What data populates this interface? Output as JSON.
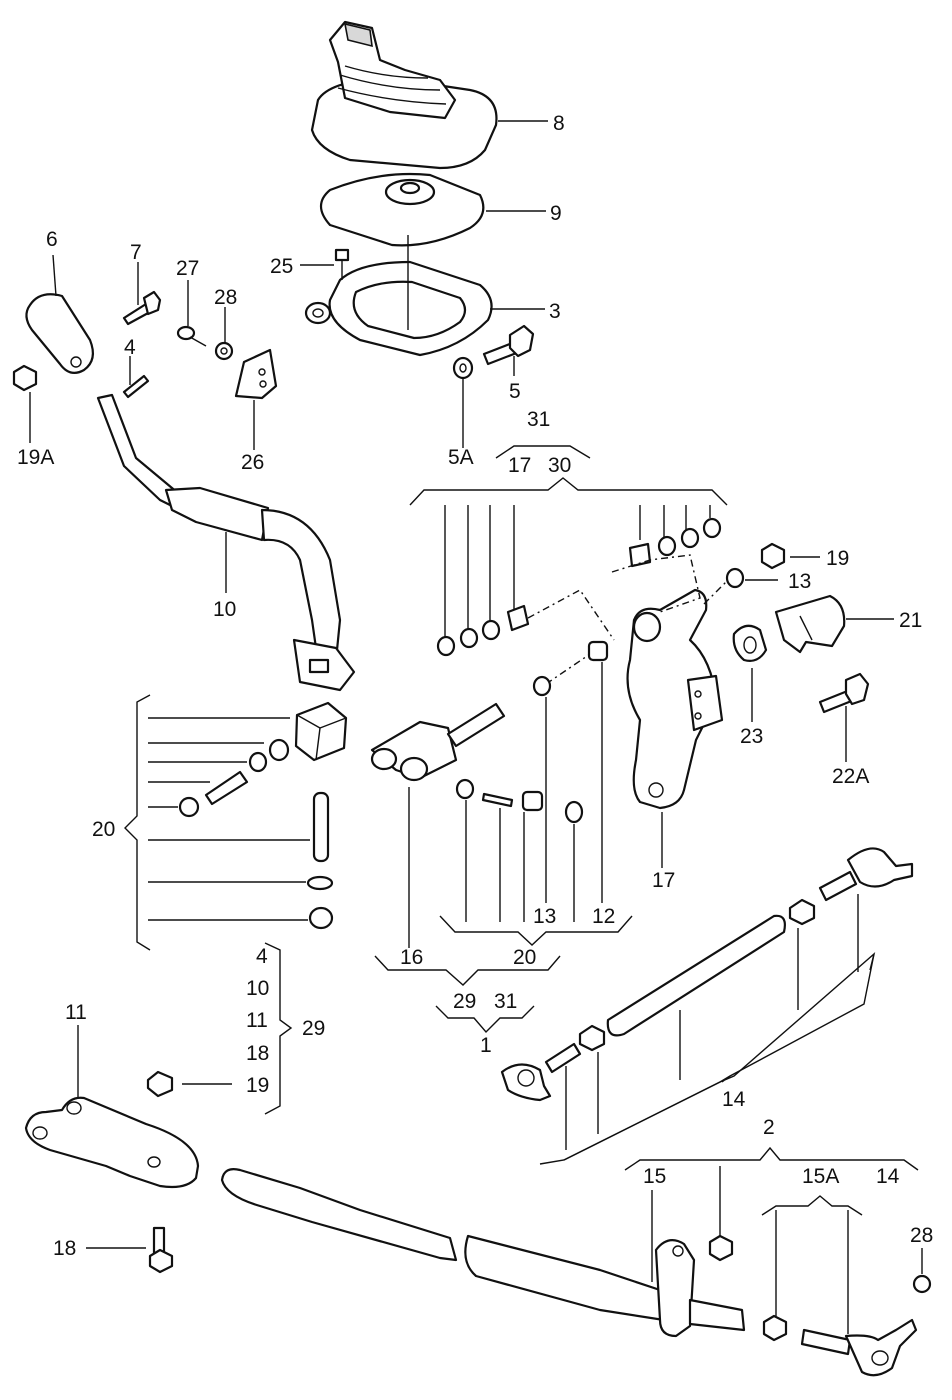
{
  "labels": {
    "l8": "8",
    "l9": "9",
    "l3": "3",
    "l25": "25",
    "l5": "5",
    "l5a": "5A",
    "l6": "6",
    "l7": "7",
    "l27": "27",
    "l28a": "28",
    "l4a": "4",
    "l19a": "19A",
    "l26": "26",
    "l31a": "31",
    "l17a": "17",
    "l30": "30",
    "l19b": "19",
    "l13a": "13",
    "l21": "21",
    "l10a": "10",
    "l23": "23",
    "l22a": "22A",
    "l17b": "17",
    "l20a": "20",
    "l16": "16",
    "l13b": "13",
    "l12": "12",
    "l20b": "20",
    "l29a": "29",
    "l31b": "31",
    "l1": "1",
    "l4b": "4",
    "l10b": "10",
    "l11a": "11",
    "l18a": "18",
    "l29b": "29",
    "l11b": "11",
    "l19c": "19",
    "l14a": "14",
    "l2": "2",
    "l15": "15",
    "l15a": "15A",
    "l14b": "14",
    "l18b": "18",
    "l28b": "28"
  }
}
